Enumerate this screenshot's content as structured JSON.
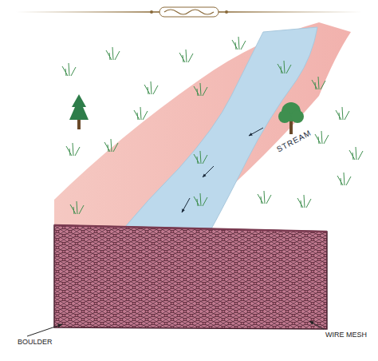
{
  "diagram": {
    "labels": [
      "STREAM",
      "BOULDER",
      "WIRE MESH"
    ]
  }
}
